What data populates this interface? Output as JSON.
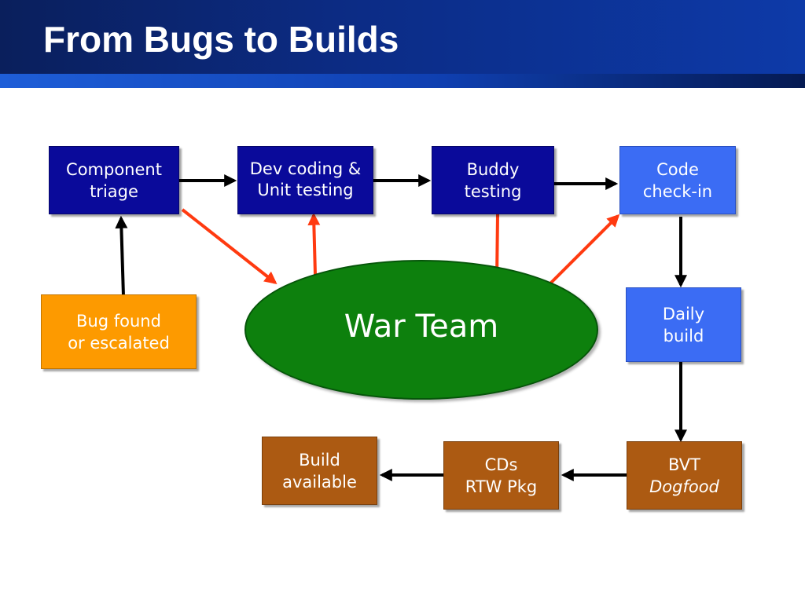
{
  "title": "From Bugs to Builds",
  "nodes": {
    "component_triage": [
      "Component",
      "triage"
    ],
    "dev_coding": [
      "Dev coding &",
      "Unit testing"
    ],
    "buddy_testing": [
      "Buddy",
      "testing"
    ],
    "code_checkin": [
      "Code",
      "check-in"
    ],
    "bug_found": [
      "Bug found",
      "or escalated"
    ],
    "war_team": "War Team",
    "daily_build": [
      "Daily",
      "build"
    ],
    "bvt": [
      "BVT",
      "Dogfood"
    ],
    "cds": [
      "CDs",
      "RTW Pkg"
    ],
    "build_available": [
      "Build",
      "available"
    ]
  },
  "colors": {
    "header": "#0c2c86",
    "process_box": "#0a0a9a",
    "build_box": "#3b6cf4",
    "input_box": "#fd9a00",
    "release_box": "#ac5a12",
    "war_team": "#0d800d",
    "flow_arrow": "#000000",
    "war_team_arrow": "#ff3a10"
  }
}
